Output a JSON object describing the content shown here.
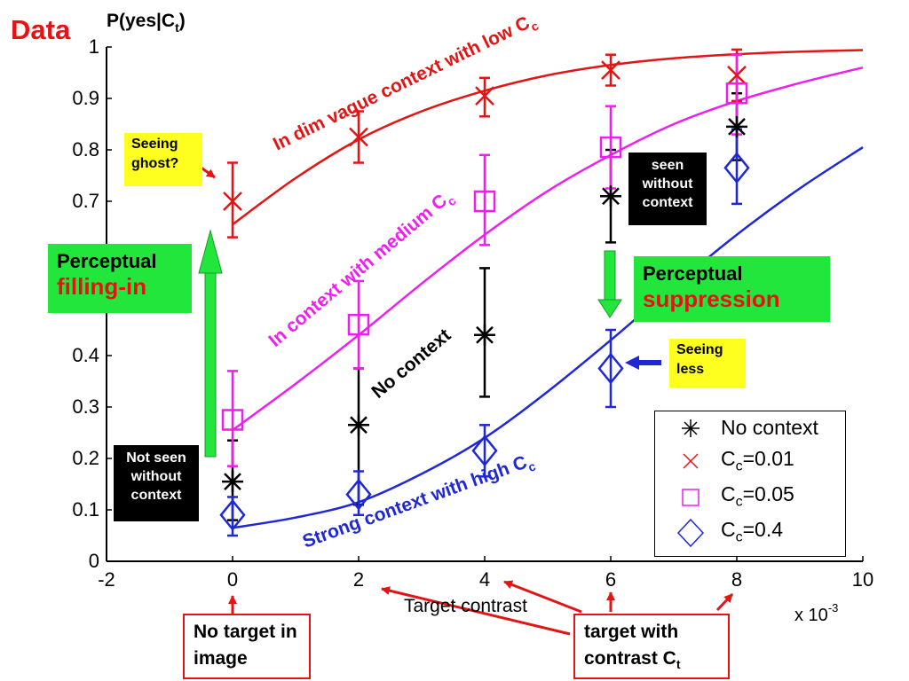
{
  "page": {
    "heading": "Data",
    "ylabel_main": "P(yes|C",
    "ylabel_sub": "t",
    "ylabel_close": ")",
    "exponent_label": "x 10",
    "exponent_power": "-3"
  },
  "chart_data": {
    "type": "line",
    "xlabel": "Target contrast",
    "ylabel": "P(yes|Ct)",
    "xlim": [
      -2,
      10
    ],
    "ylim": [
      0,
      1
    ],
    "x_scale_note": "x 10^-3",
    "x_ticks": [
      "-2",
      "0",
      "2",
      "4",
      "6",
      "8",
      "10"
    ],
    "y_ticks": [
      "0",
      "0.1",
      "0.2",
      "0.3",
      "0.4",
      "0.7",
      "0.8",
      "0.9",
      "1"
    ],
    "y_tick_values": [
      0,
      0.1,
      0.2,
      0.3,
      0.4,
      0.7,
      0.8,
      0.9,
      1
    ],
    "grid": false,
    "legend_position": "bottom-right",
    "series": [
      {
        "name": "No context",
        "color": "#000000",
        "marker": "asterisk",
        "x": [
          0,
          2,
          4,
          6,
          8
        ],
        "y": [
          0.155,
          0.265,
          0.44,
          0.71,
          0.845
        ],
        "err_low": [
          0.08,
          0.11,
          0.32,
          0.62,
          0.78
        ],
        "err_high": [
          0.235,
          0.375,
          0.57,
          0.8,
          0.91
        ],
        "curve": null
      },
      {
        "name": "C_c=0.01",
        "color": "#e31414",
        "marker": "x",
        "x": [
          0,
          2,
          4,
          6,
          8
        ],
        "y": [
          0.7,
          0.825,
          0.905,
          0.955,
          0.945
        ],
        "err_low": [
          0.63,
          0.775,
          0.865,
          0.925,
          0.895
        ],
        "err_high": [
          0.775,
          0.875,
          0.94,
          0.985,
          0.995
        ],
        "curve": {
          "x": [
            0,
            1,
            2,
            3,
            4,
            5,
            6,
            7,
            8,
            9,
            10
          ],
          "y": [
            0.655,
            0.745,
            0.82,
            0.875,
            0.915,
            0.945,
            0.965,
            0.978,
            0.986,
            0.991,
            0.994
          ]
        }
      },
      {
        "name": "C_c=0.05",
        "color": "#ee1fee",
        "marker": "square",
        "x": [
          0,
          2,
          4,
          6,
          8
        ],
        "y": [
          0.275,
          0.46,
          0.7,
          0.805,
          0.91
        ],
        "err_low": [
          0.185,
          0.375,
          0.615,
          0.725,
          0.83
        ],
        "err_high": [
          0.37,
          0.545,
          0.79,
          0.885,
          0.985
        ],
        "curve": {
          "x": [
            0,
            1,
            2,
            3,
            4,
            5,
            6,
            7,
            8,
            9,
            10
          ],
          "y": [
            0.255,
            0.345,
            0.44,
            0.54,
            0.635,
            0.72,
            0.79,
            0.85,
            0.895,
            0.93,
            0.96
          ]
        }
      },
      {
        "name": "C_c=0.4",
        "color": "#1f28d6",
        "marker": "diamond",
        "x": [
          0,
          2,
          4,
          6,
          8
        ],
        "y": [
          0.09,
          0.13,
          0.215,
          0.375,
          0.765
        ],
        "err_low": [
          0.05,
          0.09,
          0.165,
          0.3,
          0.695
        ],
        "err_high": [
          0.125,
          0.175,
          0.265,
          0.45,
          0.84
        ],
        "curve": {
          "x": [
            0,
            1,
            2,
            3,
            4,
            5,
            6,
            7,
            8,
            9,
            10
          ],
          "y": [
            0.065,
            0.085,
            0.115,
            0.17,
            0.24,
            0.33,
            0.43,
            0.535,
            0.635,
            0.725,
            0.805
          ]
        }
      }
    ]
  },
  "curve_labels": {
    "red": "In dim vague  context   with   low C",
    "red_sub": "c",
    "magenta": "In   context  with medium   C",
    "magenta_sub": "c",
    "black": "No context",
    "blue": "Strong  context   with   high C",
    "blue_sub": "c"
  },
  "callouts": {
    "seeing_ghost": "Seeing ghost?",
    "seen_without_context": "seen without context",
    "not_seen_without_context": "Not seen without context",
    "seeing_less": "Seeing less",
    "perceptual_filling_in_1": "Perceptual",
    "perceptual_filling_in_2": "filling-in",
    "perceptual_suppression_1": "Perceptual",
    "perceptual_suppression_2": "suppression",
    "no_target": "No target in image",
    "target_with_contrast": "target with contrast C",
    "target_with_contrast_sub": "t"
  },
  "legend": {
    "items": [
      {
        "label": "No context",
        "sub": "",
        "tail": ""
      },
      {
        "label": "C",
        "sub": "c",
        "tail": "=0.01"
      },
      {
        "label": "C",
        "sub": "c",
        "tail": "=0.05"
      },
      {
        "label": "C",
        "sub": "c",
        "tail": "=0.4"
      }
    ]
  },
  "colors": {
    "red": "#e31414",
    "magenta": "#ee1fee",
    "blue": "#1f28d6",
    "black": "#000000",
    "green": "#22e63c",
    "yellow": "#ffff1f"
  }
}
